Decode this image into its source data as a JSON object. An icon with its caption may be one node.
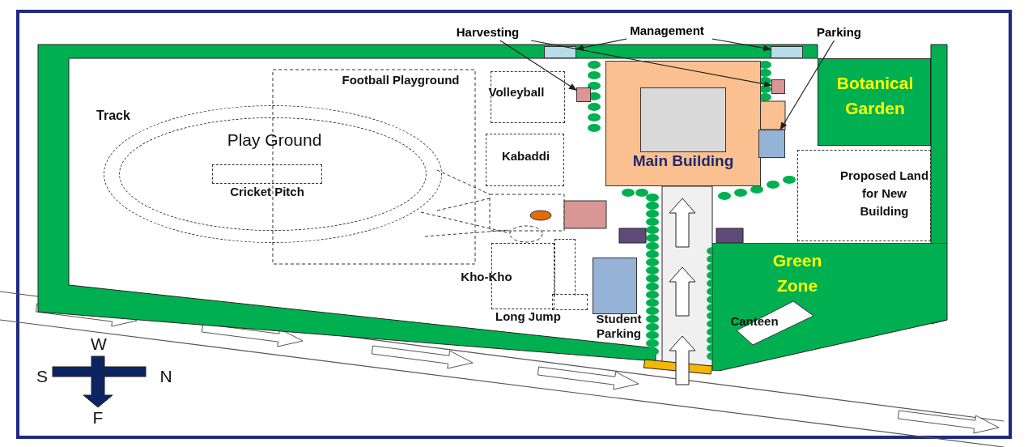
{
  "diagram": {
    "nodes": [
      {
        "text": [
          "Harvesting"
        ]
      },
      {
        "text": [
          "Management"
        ]
      },
      {
        "text": [
          "Parking"
        ]
      },
      {
        "text": [],
        "shape": "box"
      },
      {
        "text": [],
        "shape": "box"
      },
      {
        "text": [
          "Football Playground"
        ]
      },
      {
        "text": [],
        "shape": "box"
      },
      {
        "text": [
          "Volleyball"
        ]
      },
      {
        "text": [],
        "shape": "box"
      },
      {
        "text": [
          "Botanical Garden"
        ]
      },
      {
        "text": [
          "Play Ground"
        ]
      },
      {
        "text": [
          "Cricket Pitch"
        ],
        "in": 10
      },
      {
        "text": [
          "Kabaddi"
        ]
      },
      {
        "text": [
          "Main Building"
        ]
      },
      {
        "text": [],
        "shape": "box"
      },
      {
        "text": [
          "Proposed Land for New Building"
        ]
      },
      {
        "text": [
          "Green Zone"
        ]
      },
      {
        "text": [
          "Kho-Kho"
        ]
      },
      {
        "text": [
          "Long Jump"
        ]
      },
      {
        "text": [
          "Student Parking"
        ]
      },
      {
        "text": [
          "Canteen"
        ],
        "in": 16
      },
      {
        "text": [],
        "shape": "box",
        "in": 13
      }
    ],
    "edges": [
      {
        "from": 0,
        "to": 6,
        "arrow": "to"
      },
      {
        "from": 0,
        "to": 8,
        "arrow": "to"
      },
      {
        "from": 1,
        "to": 3,
        "arrow": "to"
      },
      {
        "from": 1,
        "to": 4,
        "arrow": "to"
      },
      {
        "from": 2,
        "to": 14,
        "arrow": "to"
      }
    ],
    "labels": [
      "Track",
      "W",
      "S",
      "N",
      "F"
    ]
  }
}
